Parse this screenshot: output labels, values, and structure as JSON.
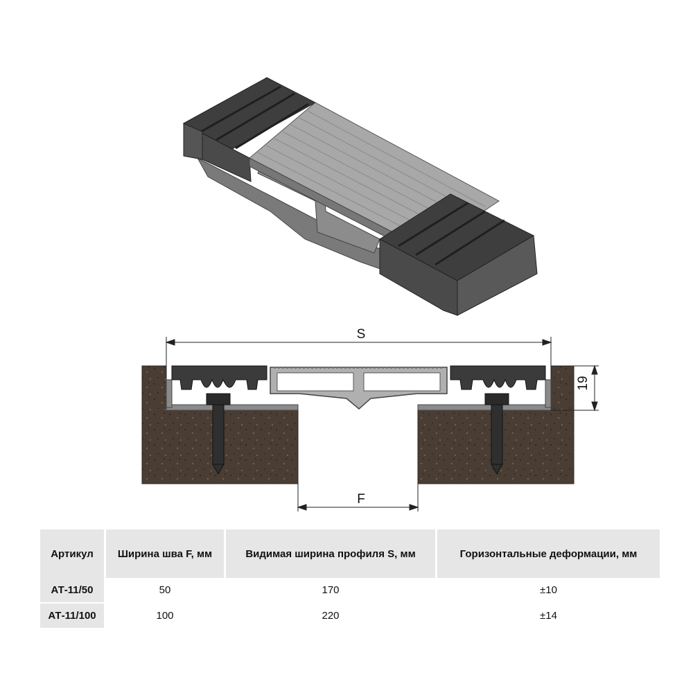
{
  "drawing": {
    "dim_s": "S",
    "dim_f": "F",
    "dim_height": "19"
  },
  "table": {
    "headers": [
      "Артикул",
      "Ширина шва F, мм",
      "Видимая ширина профиля S, мм",
      "Горизонтальные деформации, мм"
    ],
    "rows": [
      [
        "АТ-11/50",
        "50",
        "170",
        "±10"
      ],
      [
        "АТ-11/100",
        "100",
        "220",
        "±14"
      ]
    ]
  }
}
